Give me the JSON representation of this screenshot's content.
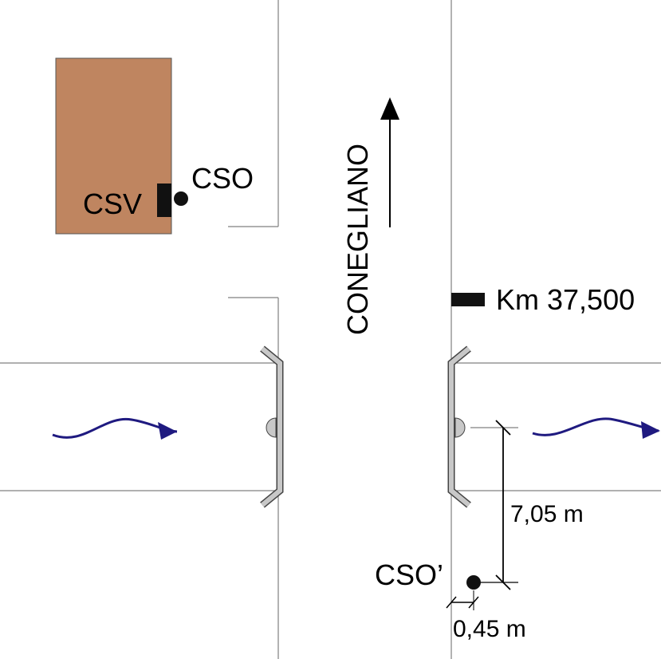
{
  "labels": {
    "cso": "CSO",
    "csv": "CSV",
    "cso_prime": "CSO’",
    "direction": "CONEGLIANO",
    "km_marker": "Km 37,500",
    "dist_vertical": "7,05 m",
    "dist_horizontal": "0,45 m"
  },
  "colors": {
    "building": "#bf8560",
    "road_line": "#808080",
    "guardrail": "#c0c0c0",
    "flow_arrow": "#1f1a80",
    "ink": "#000000"
  }
}
